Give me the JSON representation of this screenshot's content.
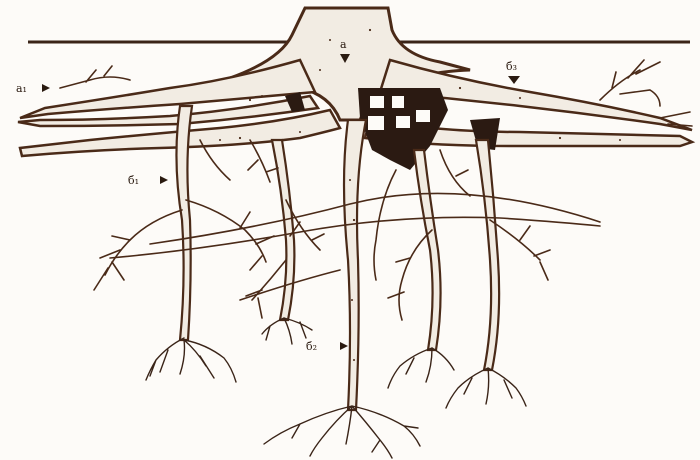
{
  "diagram": {
    "labels": {
      "trunk": "a",
      "lateral_left": "a₁",
      "lateral_right": "б₃",
      "sinker_left": "б₁",
      "sinker_center": "б₂"
    },
    "colors": {
      "outline": "#4a2a18",
      "fill": "#f2ece3",
      "dark": "#2b1a12",
      "ground_line": "#3a2418",
      "background": "#fdfbf8"
    }
  }
}
